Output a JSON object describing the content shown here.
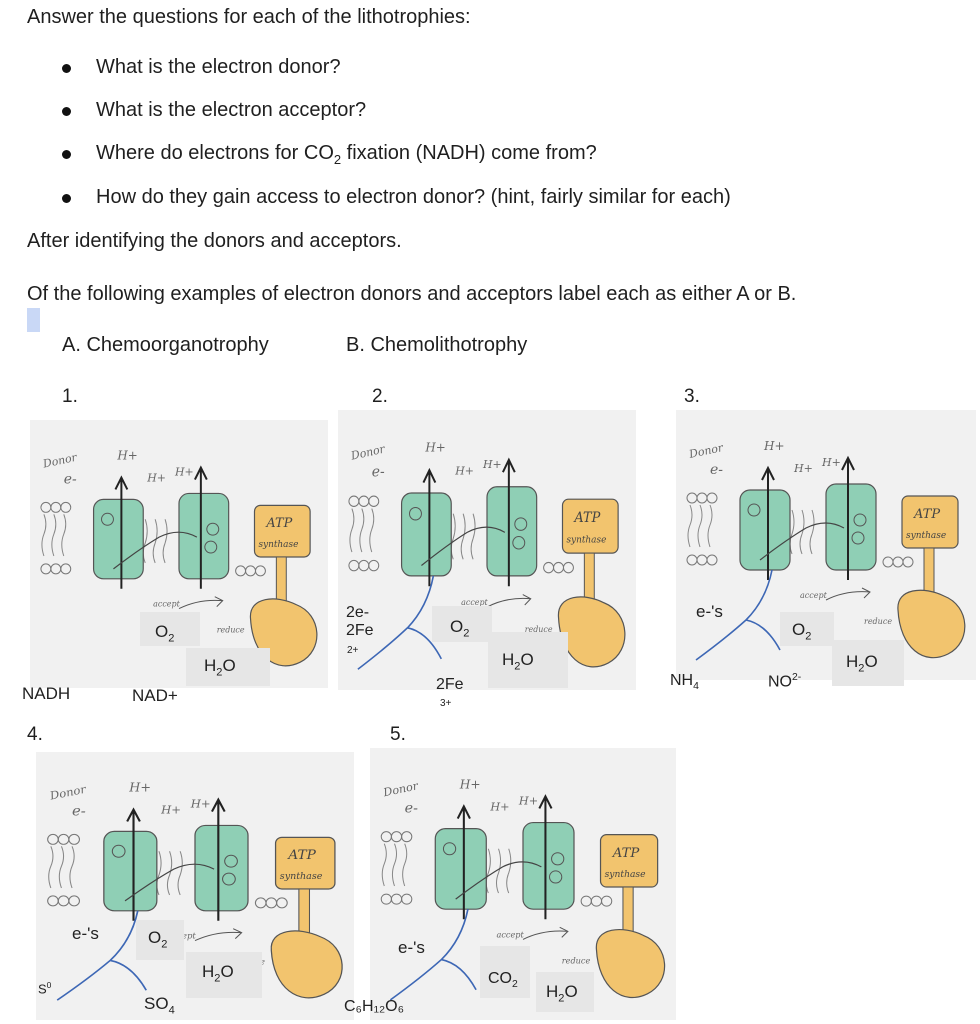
{
  "intro": "Answer the questions for each of the lithotrophies:",
  "bullets": [
    "What is the electron donor?",
    "What is the electron acceptor?",
    "How do they gain access to electron donor? (hint, fairly similar for each)"
  ],
  "bullet3": {
    "pre": "Where do electrons for CO",
    "sub": "2",
    "post": " fixation (NADH) come from?"
  },
  "after": "After identifying the donors and acceptors.",
  "instruction": "Of the following examples of electron donors and acceptors label each as either A or B.",
  "options": {
    "a": "A. Chemoorganotrophy",
    "b": "B. Chemolithotrophy"
  },
  "panels": [
    {
      "number": "1.",
      "labels": {
        "nadh": "NADH",
        "nad": "NAD+",
        "o2": "O",
        "o2_sub": "2",
        "h2o_a": "H",
        "h2o_sub": "2",
        "h2o_b": "O"
      }
    },
    {
      "number": "2.",
      "labels": {
        "e2": "2e-",
        "fe2": "2Fe",
        "fe2_sup": "2+",
        "fe3": "2Fe",
        "fe3_sup": "3+",
        "o2": "O",
        "o2_sub": "2",
        "h2o_a": "H",
        "h2o_sub": "2",
        "h2o_b": "O"
      }
    },
    {
      "number": "3.",
      "labels": {
        "es": "e-'s",
        "nh": "NH",
        "nh_sub": "4",
        "no": "NO",
        "no_sup": "2-",
        "o2": "O",
        "o2_sub": "2",
        "h2o_a": "H",
        "h2o_sub": "2",
        "h2o_b": "O"
      }
    },
    {
      "number": "4.",
      "labels": {
        "es": "e-'s",
        "s0": "S",
        "s0_sup": "0",
        "so": "SO",
        "so_sub": "4",
        "o2": "O",
        "o2_sub": "2",
        "h2o_a": "H",
        "h2o_sub": "2",
        "h2o_b": "O"
      }
    },
    {
      "number": "5.",
      "labels": {
        "es": "e-'s",
        "glucose": "C₆H₁₂O₆",
        "co": "CO",
        "co_sub": "2",
        "h2o_a": "H",
        "h2o_sub": "2",
        "h2o_b": "O"
      }
    }
  ],
  "sketch_text": {
    "donor": "Donor",
    "e_minus": "e-",
    "h_plus": "H+",
    "atp": "ATP",
    "synthase": "synthase",
    "reduce": "reduce",
    "accept": "accept"
  },
  "colors": {
    "green": "#8fcfb5",
    "yellow": "#f2c46e",
    "blue": "#3d67b5",
    "panel": "#f1f1f1",
    "box": "#e6e6e6"
  }
}
